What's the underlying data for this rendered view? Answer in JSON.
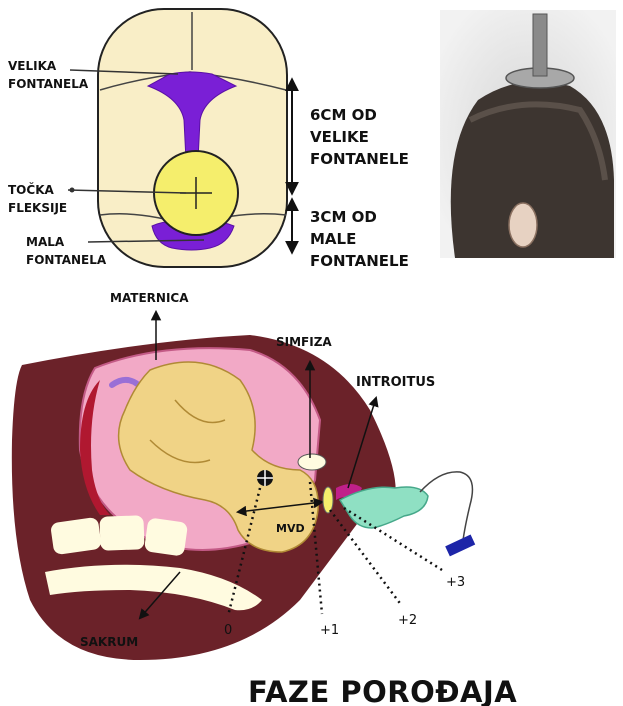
{
  "skull_labels": {
    "velika_fontanela": [
      "VELIKA",
      "FONTANELA"
    ],
    "tocka_fleksije": [
      "TOČKA",
      "FLEKSIJE"
    ],
    "mala_fontanela": [
      "MALA",
      "FONTANELA"
    ],
    "dist_velike": [
      "6CM OD",
      "VELIKE",
      "FONTANELE"
    ],
    "dist_male": [
      "3CM OD",
      "MALE",
      "FONTANELE"
    ]
  },
  "birth_labels": {
    "maternica": "MATERNICA",
    "simfiza": "SIMFIZA",
    "introitus": "INTROITUS",
    "sakrum": "SAKRUM",
    "mvd": "MVD"
  },
  "stations": [
    "0",
    "+1",
    "+2",
    "+3"
  ],
  "title": "FAZE POROĐAJA",
  "colors": {
    "skull_fill": "#f9eec7",
    "fontanelle": "#7a1fd6",
    "flexion_circle": "#f5ee6c",
    "pelvis": "#6b2229",
    "uterus": "#f2a9c6",
    "fetus": "#f0d386",
    "hand": "#8fe0c3",
    "electrode": "#1d25a8"
  }
}
